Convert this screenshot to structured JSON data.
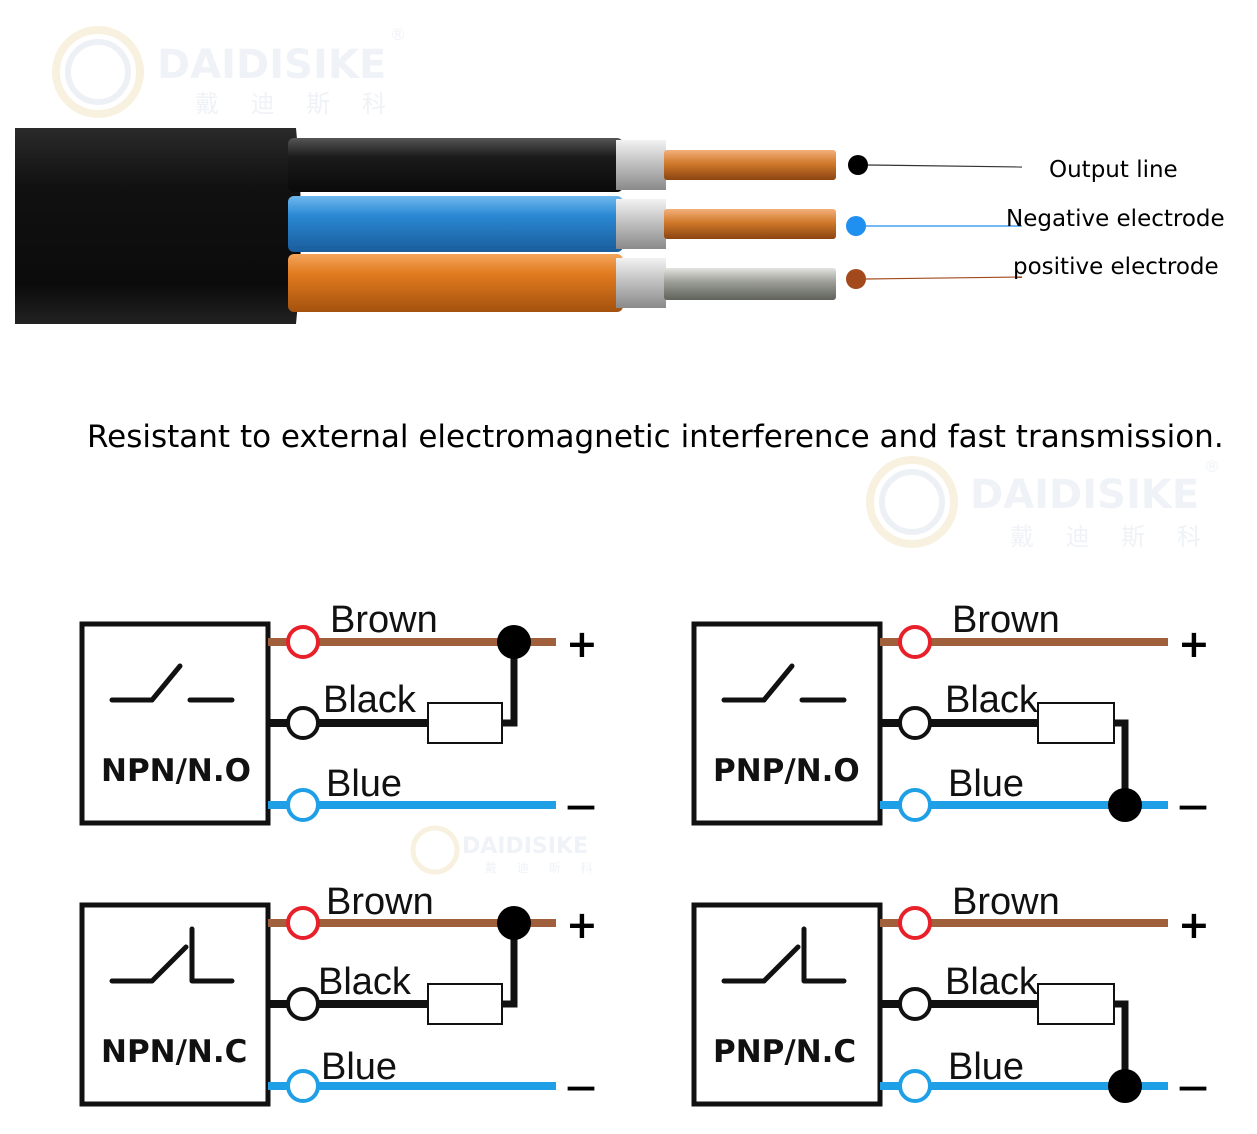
{
  "watermark": {
    "brand": "DAIDISIKE",
    "chinese": "戴 迪 斯 科",
    "registered_mark": "®"
  },
  "cable_labels": {
    "output_line": "Output line",
    "negative_electrode": "Negative electrode",
    "positive_electrode": "positive electrode"
  },
  "caption": "Resistant to external electromagnetic interference and fast transmission.",
  "wire_names": {
    "brown": "Brown",
    "black": "Black",
    "blue": "Blue"
  },
  "signs": {
    "plus": "+",
    "minus": "—"
  },
  "diagrams": [
    {
      "label": "NPN/N.O"
    },
    {
      "label": "PNP/N.O"
    },
    {
      "label": "NPN/N.C"
    },
    {
      "label": "PNP/N.C"
    }
  ],
  "colors": {
    "brown_wire": "#a0603b",
    "black_wire": "#111111",
    "blue_wire": "#1fa0e6",
    "terminal_red": "#e8202a",
    "terminal_blue": "#1fa0e6",
    "cable_jacket": "#1a1a1a",
    "copper": "#d0792b",
    "insulation_blue": "#2f8fd6",
    "insulation_orange": "#e07a1e",
    "watermark": "#e9edf2"
  }
}
